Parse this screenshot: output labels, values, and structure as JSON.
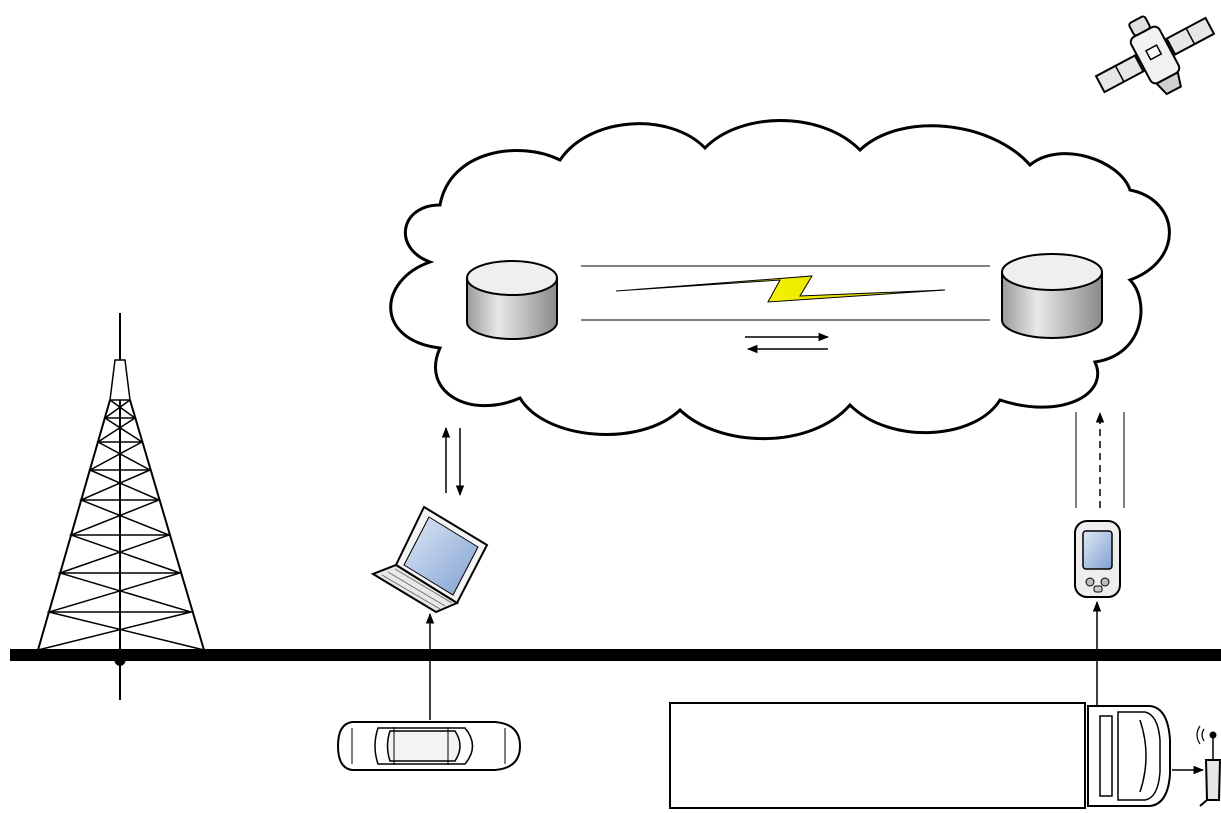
{
  "diagram": {
    "nodes": [
      {
        "id": "satellite",
        "icon": "satellite-icon"
      },
      {
        "id": "network-cloud",
        "icon": "cloud-icon"
      },
      {
        "id": "server-left",
        "icon": "server-cylinder-icon"
      },
      {
        "id": "server-right",
        "icon": "server-cylinder-icon"
      },
      {
        "id": "broadcast-tower",
        "icon": "transmission-tower-icon"
      },
      {
        "id": "laptop",
        "icon": "laptop-icon"
      },
      {
        "id": "handheld-device",
        "icon": "pda-icon"
      },
      {
        "id": "car",
        "icon": "car-icon"
      },
      {
        "id": "truck",
        "icon": "truck-icon"
      },
      {
        "id": "roadside-antenna",
        "icon": "antenna-icon"
      }
    ],
    "links": [
      {
        "from": "server-left",
        "to": "server-right",
        "style": "wireless-lightning"
      },
      {
        "from": "laptop",
        "to": "server-left",
        "style": "bidirectional"
      },
      {
        "from": "handheld-device",
        "to": "server-right",
        "style": "uplink-dashed"
      },
      {
        "from": "car",
        "to": "laptop",
        "style": "arrow"
      },
      {
        "from": "truck",
        "to": "handheld-device",
        "style": "arrow"
      },
      {
        "from": "truck",
        "to": "roadside-antenna",
        "style": "arrow"
      }
    ],
    "colors": {
      "line": "#000000",
      "lightning": "#f4f000",
      "server_fill": "#d9d9d9",
      "screen": "#a9c4e6"
    }
  }
}
